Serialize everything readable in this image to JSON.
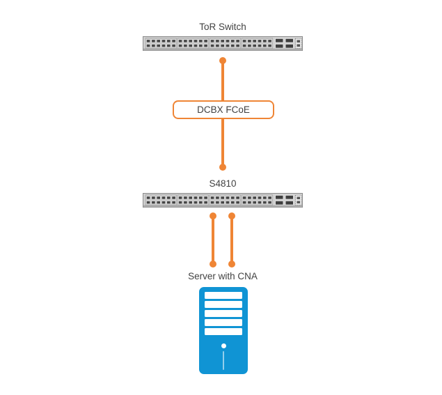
{
  "diagram": {
    "type": "network-topology",
    "background": "#FFFFFF",
    "nodes": {
      "tor": {
        "label": "ToR Switch",
        "kind": "switch-48port"
      },
      "s4810": {
        "label": "S4810",
        "kind": "switch-48port"
      },
      "server": {
        "label": "Server with CNA",
        "kind": "server-tower"
      }
    },
    "protocol_box": {
      "label": "DCBX FCoE"
    },
    "connections": [
      {
        "from": "ToR Switch",
        "to": "S4810",
        "via_label": "DCBX FCoE",
        "link_count": 1
      },
      {
        "from": "S4810",
        "to": "Server with CNA",
        "link_count": 2
      }
    ],
    "colors": {
      "link_orange": "#EF8535",
      "server_blue": "#1094D4",
      "label_text": "#414141",
      "protocol_box_fill": "#FFFFFF",
      "protocol_box_border": "#EF8535",
      "switch_chassis": "#D0D0D0",
      "switch_port_dark": "#454545"
    }
  }
}
